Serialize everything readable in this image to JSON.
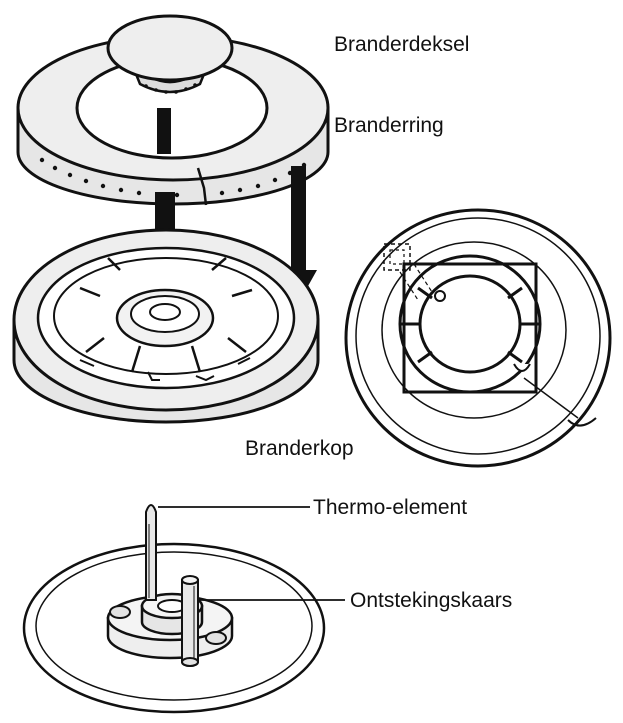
{
  "labels": {
    "burner_cap": "Branderdeksel",
    "burner_ring": "Branderring",
    "burner_head": "Branderkop",
    "thermocouple": "Thermo-element",
    "ignition_plug": "Ontstekingskaars"
  },
  "colors": {
    "ink": "#111111",
    "fill_light": "#eeeeee",
    "fill_mid": "#e2e2e2",
    "background": "#ffffff"
  }
}
